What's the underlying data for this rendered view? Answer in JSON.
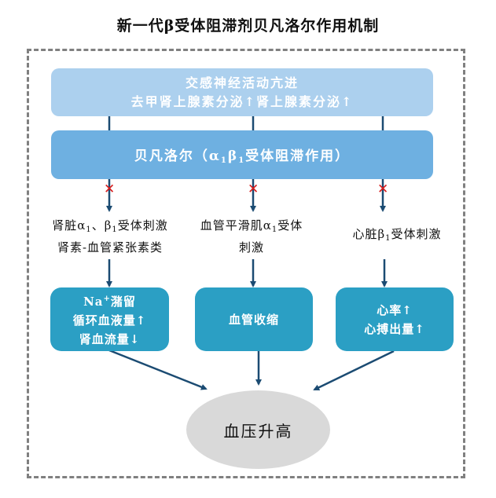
{
  "title": "新一代β受体阻滞剂贝凡洛尔作用机制",
  "top_box": {
    "line1": "交感神经活动亢进",
    "line2": "去甲肾上腺素分泌↑肾上腺素分泌↑"
  },
  "mid_box": {
    "prefix": "贝凡洛尔（α",
    "sub1": "1",
    "beta": "β",
    "sub2": "1",
    "suffix": "受体阻滞作用）"
  },
  "blocked_marker": "✕",
  "pathways": [
    {
      "label_line1_a": "肾脏α",
      "label_line1_sub_a": "1",
      "label_line1_b": "、β",
      "label_line1_sub_b": "1",
      "label_line1_c": "受体刺激",
      "label_line2": "肾素-血管紧张素类",
      "effect_line1_a": "Na",
      "effect_line1_sup": "+",
      "effect_line1_b": "潴留",
      "effect_line2": "循环血液量↑",
      "effect_line3": "肾血流量↓"
    },
    {
      "label_line1_a": "血管平滑肌α",
      "label_line1_sub": "1",
      "label_line1_b": "受体",
      "label_line2": "刺激",
      "effect_line1": "血管收缩"
    },
    {
      "label_line1_a": "心脏β",
      "label_line1_sub": "1",
      "label_line1_b": "受体刺激",
      "effect_line1": "心率↑",
      "effect_line2": "心搏出量↑"
    }
  ],
  "outcome": "血压升高",
  "colors": {
    "top_box": "#acd0ee",
    "mid_box": "#6eb0e1",
    "effect_box": "#2b9fc4",
    "arrow": "#1b4b72",
    "blocked": "#d71a1a",
    "outcome": "#d9d9d9",
    "frame": "#808080"
  }
}
